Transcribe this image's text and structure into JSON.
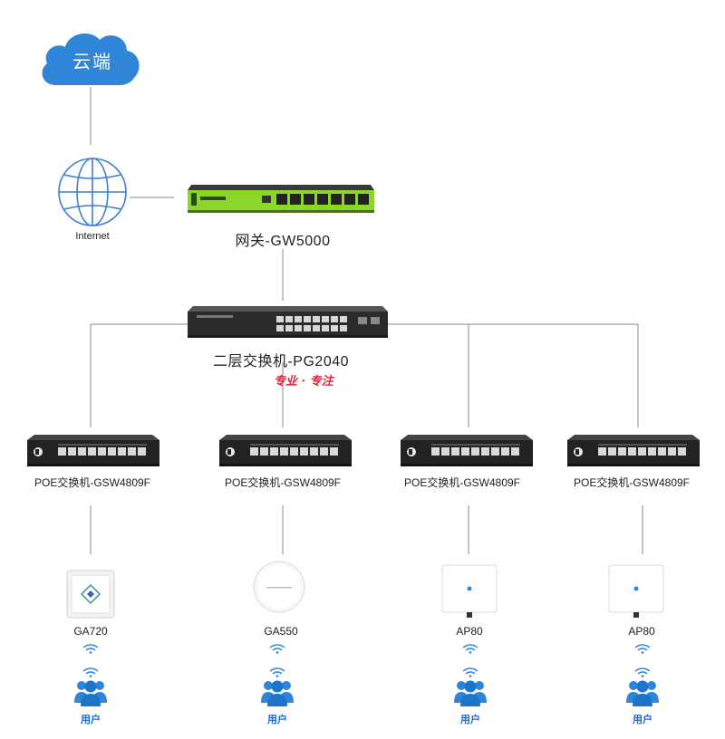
{
  "cloud": {
    "label": "云端",
    "color": "#2f86d8"
  },
  "internet": {
    "label": "Internet"
  },
  "gateway": {
    "label": "网关-GW5000",
    "accent": "#8bd629"
  },
  "core_switch": {
    "label": "二层交换机-PG2040"
  },
  "watermark": {
    "text": "专业 · 专注"
  },
  "poe_switches": [
    {
      "label": "POE交换机-GSW4809F"
    },
    {
      "label": "POE交换机-GSW4809F"
    },
    {
      "label": "POE交换机-GSW4809F"
    },
    {
      "label": "POE交换机-GSW4809F"
    }
  ],
  "access_points": [
    {
      "label": "GA720"
    },
    {
      "label": "GA550"
    },
    {
      "label": "AP80"
    },
    {
      "label": "AP80"
    }
  ],
  "users": [
    {
      "label": "用户"
    },
    {
      "label": "用户"
    },
    {
      "label": "用户"
    },
    {
      "label": "用户"
    }
  ]
}
